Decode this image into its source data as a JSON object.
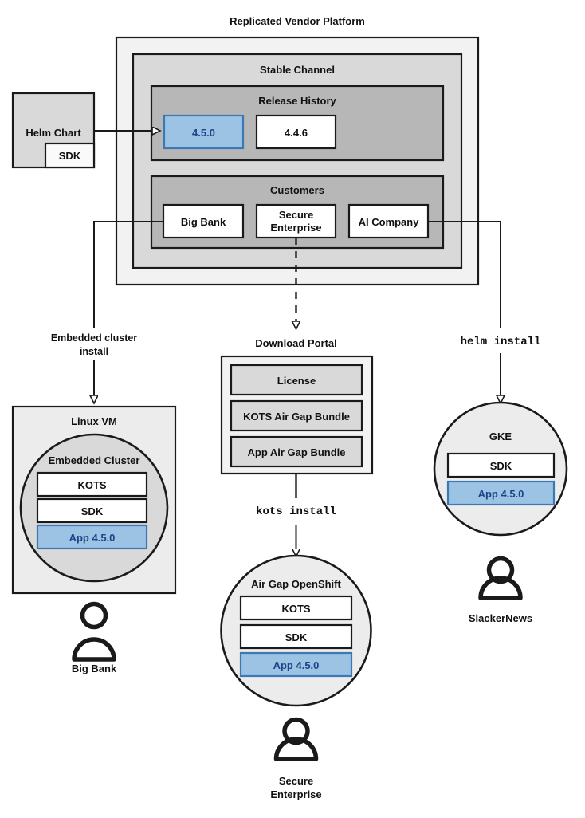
{
  "diagram": {
    "title": "Replicated Vendor Platform",
    "colors": {
      "panel_outer": "#F2F2F2",
      "panel_channel": "#D9D9D9",
      "panel_inner": "#B7B7B7",
      "box_light": "#D9D9D9",
      "box_white": "#FFFFFF",
      "accent_blue_fill": "#9CC3E4",
      "accent_blue_border": "#3C78B4",
      "accent_blue_text": "#1C4587",
      "line": "#1A1A1A"
    },
    "platform": {
      "channel_title": "Stable Channel",
      "release_history": {
        "title": "Release History",
        "releases": [
          {
            "version": "4.5.0",
            "highlighted": true
          },
          {
            "version": "4.4.6",
            "highlighted": false
          }
        ]
      },
      "customers": {
        "title": "Customers",
        "items": [
          {
            "name": "Big Bank"
          },
          {
            "name": "Secure\nEnterprise",
            "line1": "Secure",
            "line2": "Enterprise"
          },
          {
            "name": "AI Company"
          }
        ]
      }
    },
    "source": {
      "helm_chart_label": "Helm Chart",
      "sdk_label": "SDK"
    },
    "flows": [
      {
        "id": "embedded",
        "label_line1": "Embedded cluster",
        "label_line2": "install",
        "mono": false
      },
      {
        "id": "download",
        "label_line1": "kots install",
        "label_line2": "",
        "mono": true
      },
      {
        "id": "helm",
        "label_line1": "helm install",
        "label_line2": "",
        "mono": true
      }
    ],
    "targets": {
      "linux_vm": {
        "title": "Linux VM",
        "cluster_title": "Embedded Cluster",
        "components": [
          {
            "label": "KOTS",
            "highlighted": false
          },
          {
            "label": "SDK",
            "highlighted": false
          },
          {
            "label": "App 4.5.0",
            "highlighted": true
          }
        ],
        "persona": "Big Bank"
      },
      "download_portal": {
        "title": "Download Portal",
        "items": [
          {
            "label": "License"
          },
          {
            "label": "KOTS Air Gap Bundle"
          },
          {
            "label": "App Air Gap Bundle"
          }
        ]
      },
      "airgap_openshift": {
        "title": "Air Gap OpenShift",
        "components": [
          {
            "label": "KOTS",
            "highlighted": false
          },
          {
            "label": "SDK",
            "highlighted": false
          },
          {
            "label": "App 4.5.0",
            "highlighted": true
          }
        ],
        "persona_line1": "Secure",
        "persona_line2": "Enterprise"
      },
      "gke": {
        "title": "GKE",
        "components": [
          {
            "label": "SDK",
            "highlighted": false
          },
          {
            "label": "App 4.5.0",
            "highlighted": true
          }
        ],
        "persona": "SlackerNews"
      }
    }
  }
}
